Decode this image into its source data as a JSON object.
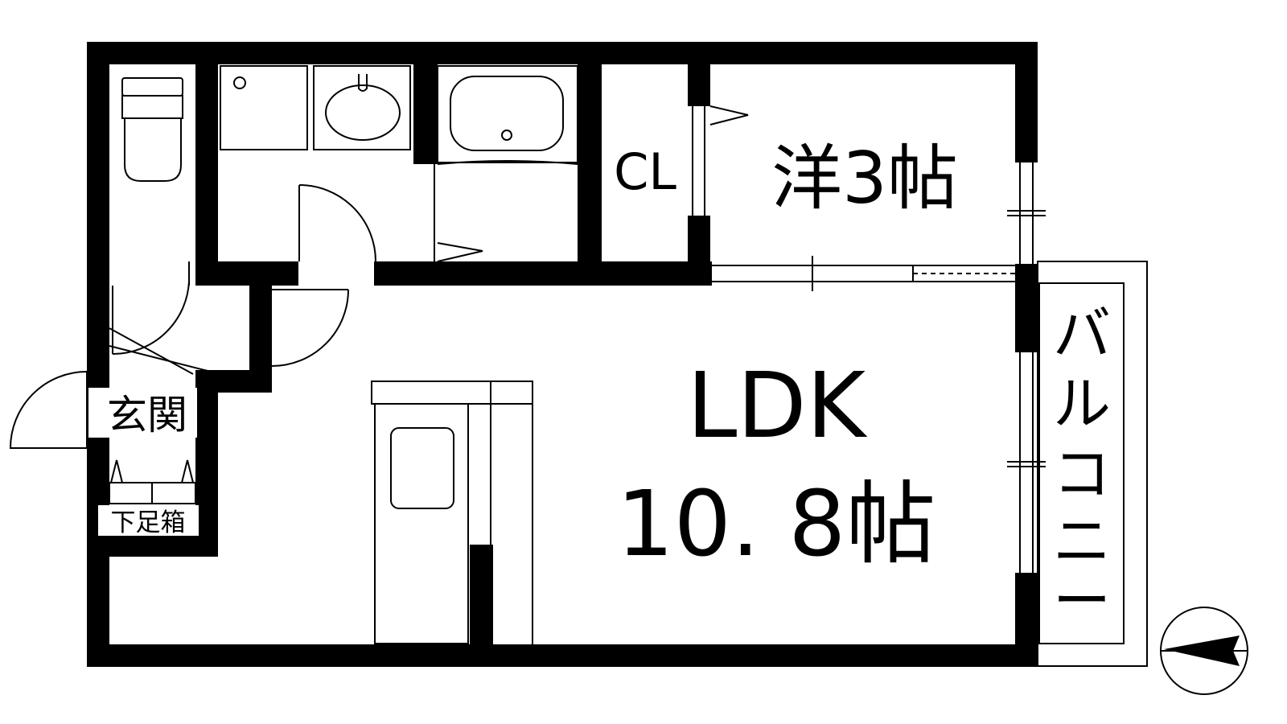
{
  "rooms": {
    "ldk_name": "LDK",
    "ldk_size": "10. 8帖",
    "western_room": "洋3帖",
    "closet": "CL",
    "entrance": "玄関",
    "shoe_box": "下足箱",
    "balcony": [
      "バ",
      "ル",
      "コ",
      "ニ",
      "ー"
    ]
  }
}
